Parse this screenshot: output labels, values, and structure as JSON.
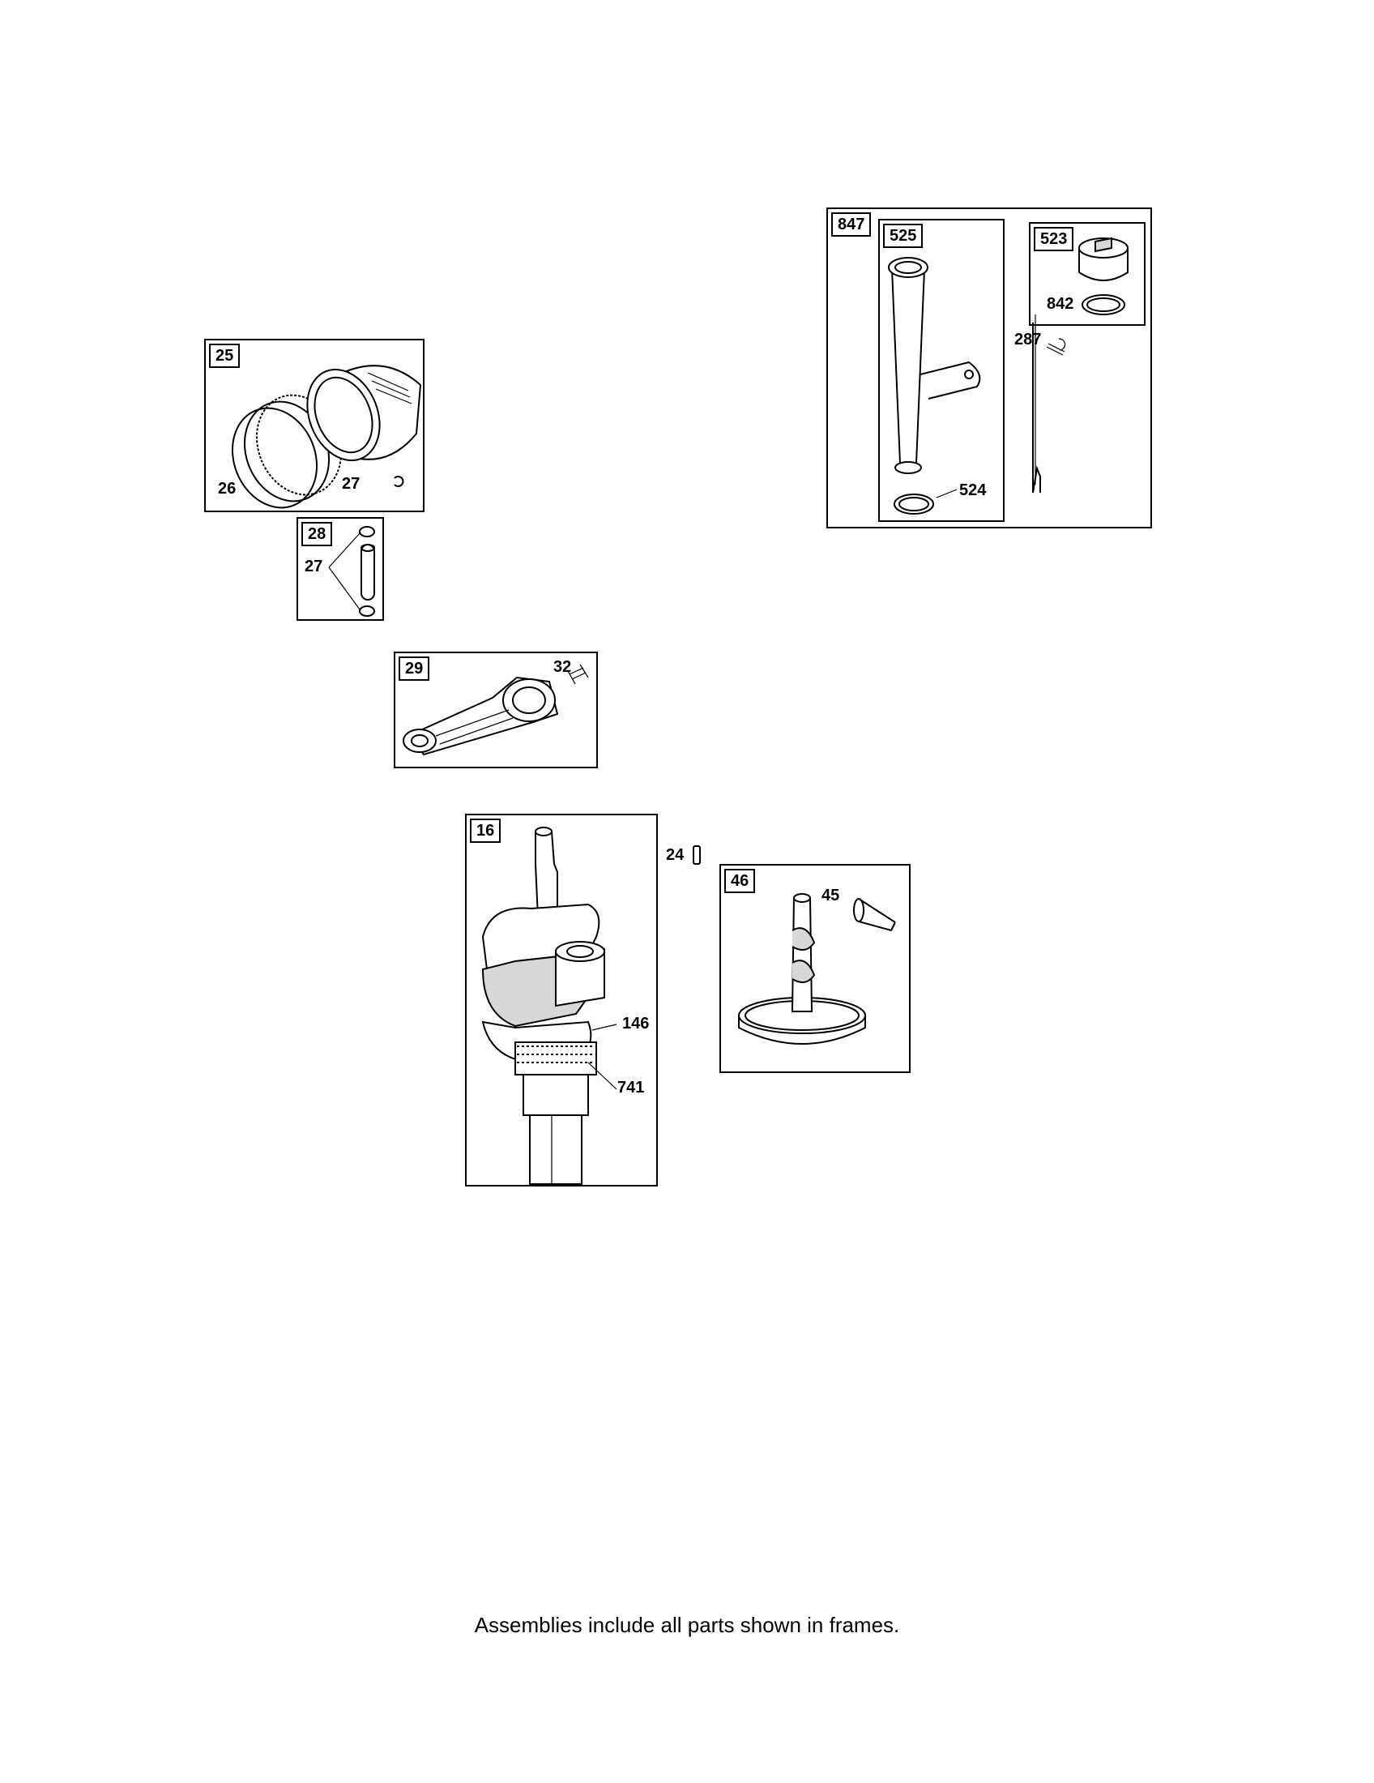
{
  "groups": {
    "piston": {
      "tag": "25",
      "rings": "26",
      "clip": "27"
    },
    "pin": {
      "tag": "28",
      "clips": "27"
    },
    "rod": {
      "tag": "29",
      "bolt": "32"
    },
    "crankshaft": {
      "tag": "16",
      "gear": "146",
      "sprocket": "741"
    },
    "key": {
      "label": "24"
    },
    "camshaft": {
      "tag": "46",
      "lifter": "45"
    },
    "dipstick": {
      "tag": "847",
      "tube_tag": "525",
      "tube_seal": "524",
      "cap_tag": "523",
      "cap_oring": "842",
      "screw": "287"
    }
  },
  "footer": {
    "note": "Assemblies include all parts shown in frames."
  }
}
